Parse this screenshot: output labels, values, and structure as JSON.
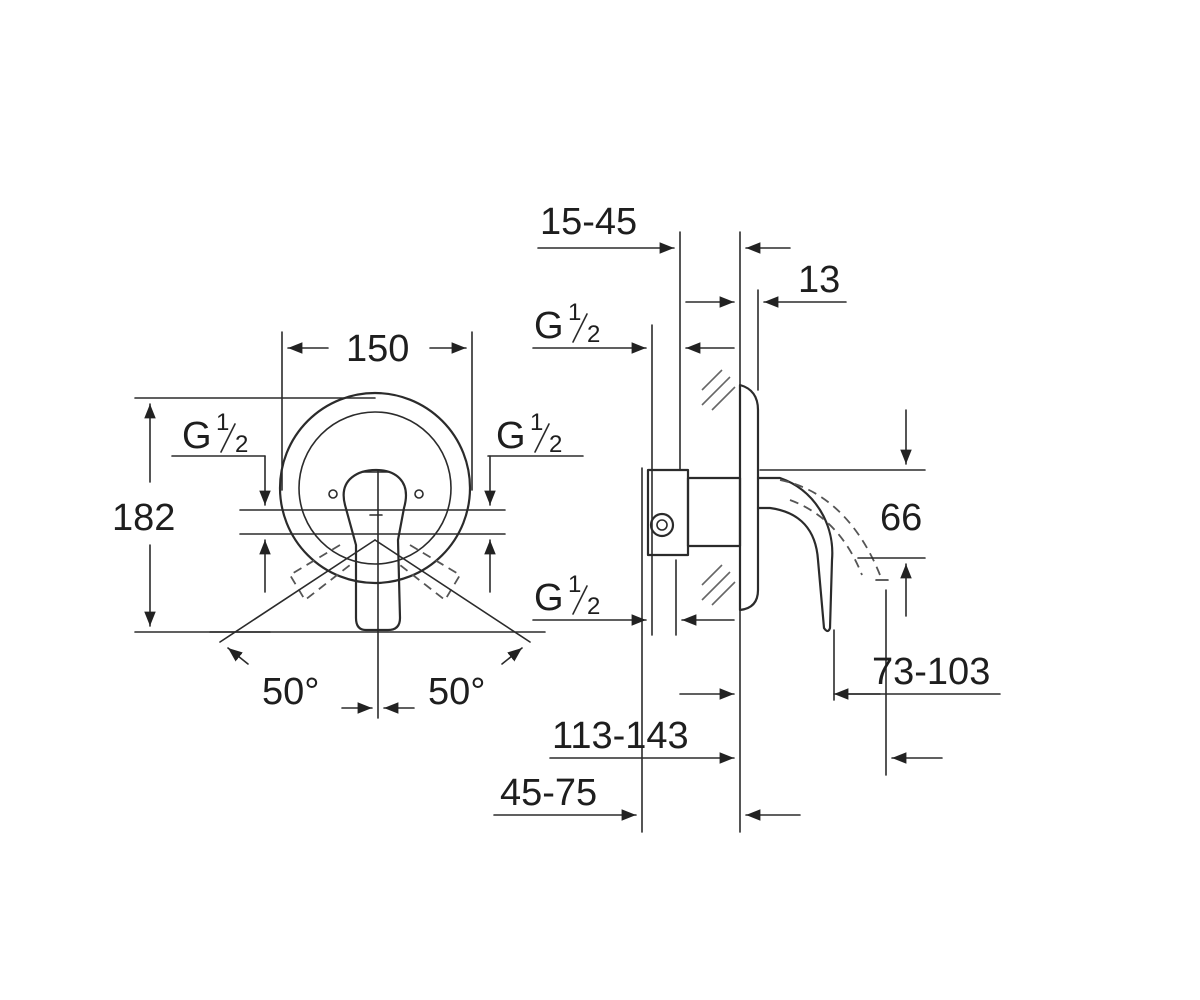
{
  "front": {
    "width": "150",
    "height": "182",
    "thread_left": {
      "g": "G",
      "num": "1",
      "den": "2"
    },
    "thread_right": {
      "g": "G",
      "num": "1",
      "den": "2"
    },
    "angle_left": "50°",
    "angle_right": "50°"
  },
  "side": {
    "wall": "15-45",
    "plate": "13",
    "thread_top": {
      "g": "G",
      "num": "1",
      "den": "2"
    },
    "thread_bottom": {
      "g": "G",
      "num": "1",
      "den": "2"
    },
    "handle_height": "66",
    "handle_reach": "73-103",
    "total_depth": "113-143",
    "body_depth": "45-75"
  }
}
